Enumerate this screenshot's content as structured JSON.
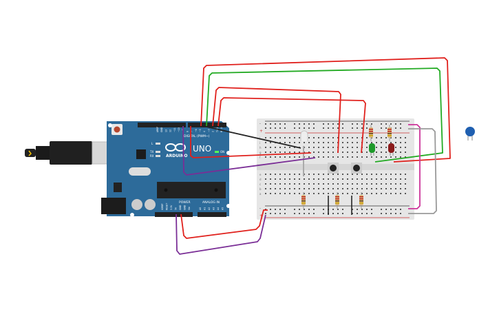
{
  "arduino": {
    "brand": "ARDUINO",
    "model": "UNO",
    "digital_label": "DIGITAL (PWM~)",
    "power_label": "POWER",
    "analog_label": "ANALOG IN",
    "on_label": "ON",
    "led_l": "L",
    "led_tx": "TX",
    "led_rx": "RX",
    "digital_pins": [
      "AREF",
      "GND",
      "13",
      "12",
      "~11",
      "~10",
      "~9",
      "8",
      "7",
      "~6",
      "~5",
      "4",
      "~3",
      "2",
      "TX 1",
      "RX 0"
    ],
    "power_pins": [
      "IOREF",
      "RESET",
      "3.3V",
      "5V",
      "GND",
      "GND",
      "Vin"
    ],
    "analog_pins": [
      "A0",
      "A1",
      "A2",
      "A3",
      "A4",
      "A5"
    ]
  },
  "breadboard": {
    "row_letters_top": [
      "j",
      "i",
      "h",
      "g",
      "f"
    ],
    "row_letters_bottom": [
      "e",
      "d",
      "c",
      "b",
      "a"
    ],
    "rail_plus": "+",
    "rail_minus": "-"
  },
  "colors": {
    "board": "#2d6b9a",
    "wire_red": "#e0201c",
    "wire_green": "#22aa22",
    "wire_purple": "#7a2e96",
    "wire_black": "#222222",
    "wire_magenta": "#cc3399",
    "wire_gray": "#999999",
    "led_green": "#1e9a2a",
    "led_red": "#8b1a1a",
    "capacitor": "#1f5fb0"
  }
}
